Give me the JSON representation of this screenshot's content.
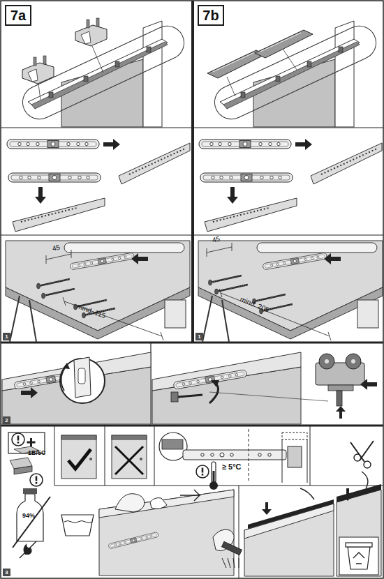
{
  "diagram": {
    "nodes": [
      {
        "text": [
          "7a"
        ]
      },
      {
        "text": [
          "7b"
        ]
      },
      {
        "text": [
          "1"
        ]
      },
      {
        "text": [
          "1"
        ]
      },
      {
        "text": [
          "2"
        ]
      },
      {
        "text": [
          "3"
        ]
      }
    ],
    "labels": [
      "45",
      "mind. 115",
      "45",
      "mind. 205",
      "1B/5C",
      "94%",
      "≥ 5°C"
    ]
  }
}
